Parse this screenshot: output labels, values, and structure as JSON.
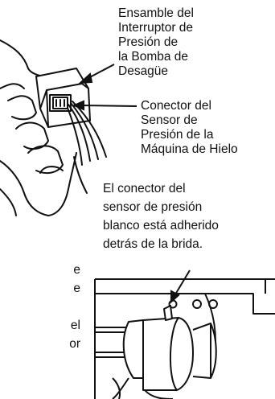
{
  "labels": {
    "pump_switch_assembly": [
      "Ensamble del",
      "Interruptor de",
      "Presión de",
      "la Bomba de",
      "Desagüe"
    ],
    "icemaker_sensor_connector": [
      "Conector del",
      "Sensor de",
      "Presión de la",
      "Máquina de Hielo"
    ],
    "white_connector_note": [
      "El conector del",
      "sensor de presión",
      "blanco está adherido",
      "detrás de la brida."
    ],
    "cut_off_edge_text": [
      "e",
      "e",
      "",
      "el",
      "or"
    ]
  },
  "colors": {
    "ink": "#111111",
    "background": "#ffffff"
  }
}
